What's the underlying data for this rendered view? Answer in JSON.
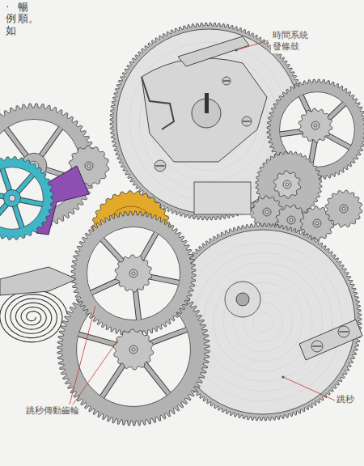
{
  "diagram": {
    "labels": [
      "暢順。",
      "‧例如",
      "時間系統 發條鼓",
      "跳秒傳動齒輪",
      "跳秒"
    ]
  }
}
